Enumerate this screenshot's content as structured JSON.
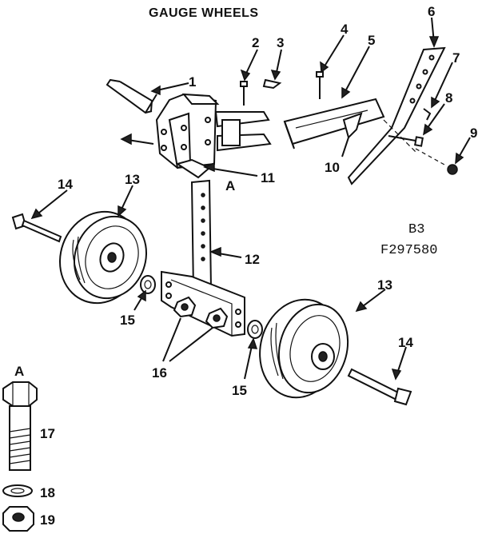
{
  "title": "GAUGE WHEELS",
  "code_line1": "B3",
  "code_line2": "F297580",
  "callouts": [
    "1",
    "2",
    "3",
    "4",
    "5",
    "6",
    "7",
    "8",
    "9",
    "10",
    "11",
    "A",
    "12",
    "13",
    "14",
    "15",
    "16"
  ],
  "labels": {
    "c1": "1",
    "c2": "2",
    "c3": "3",
    "c4": "4",
    "c5": "5",
    "c6": "6",
    "c7": "7",
    "c8": "8",
    "c9": "9",
    "c10": "10",
    "c11": "11",
    "cA": "A",
    "c12": "12",
    "c13a": "13",
    "c13b": "13",
    "c14a": "14",
    "c14b": "14",
    "c15a": "15",
    "c15b": "15",
    "c16": "16",
    "detailA": "A",
    "c17": "17",
    "c18": "18",
    "c19": "19"
  }
}
